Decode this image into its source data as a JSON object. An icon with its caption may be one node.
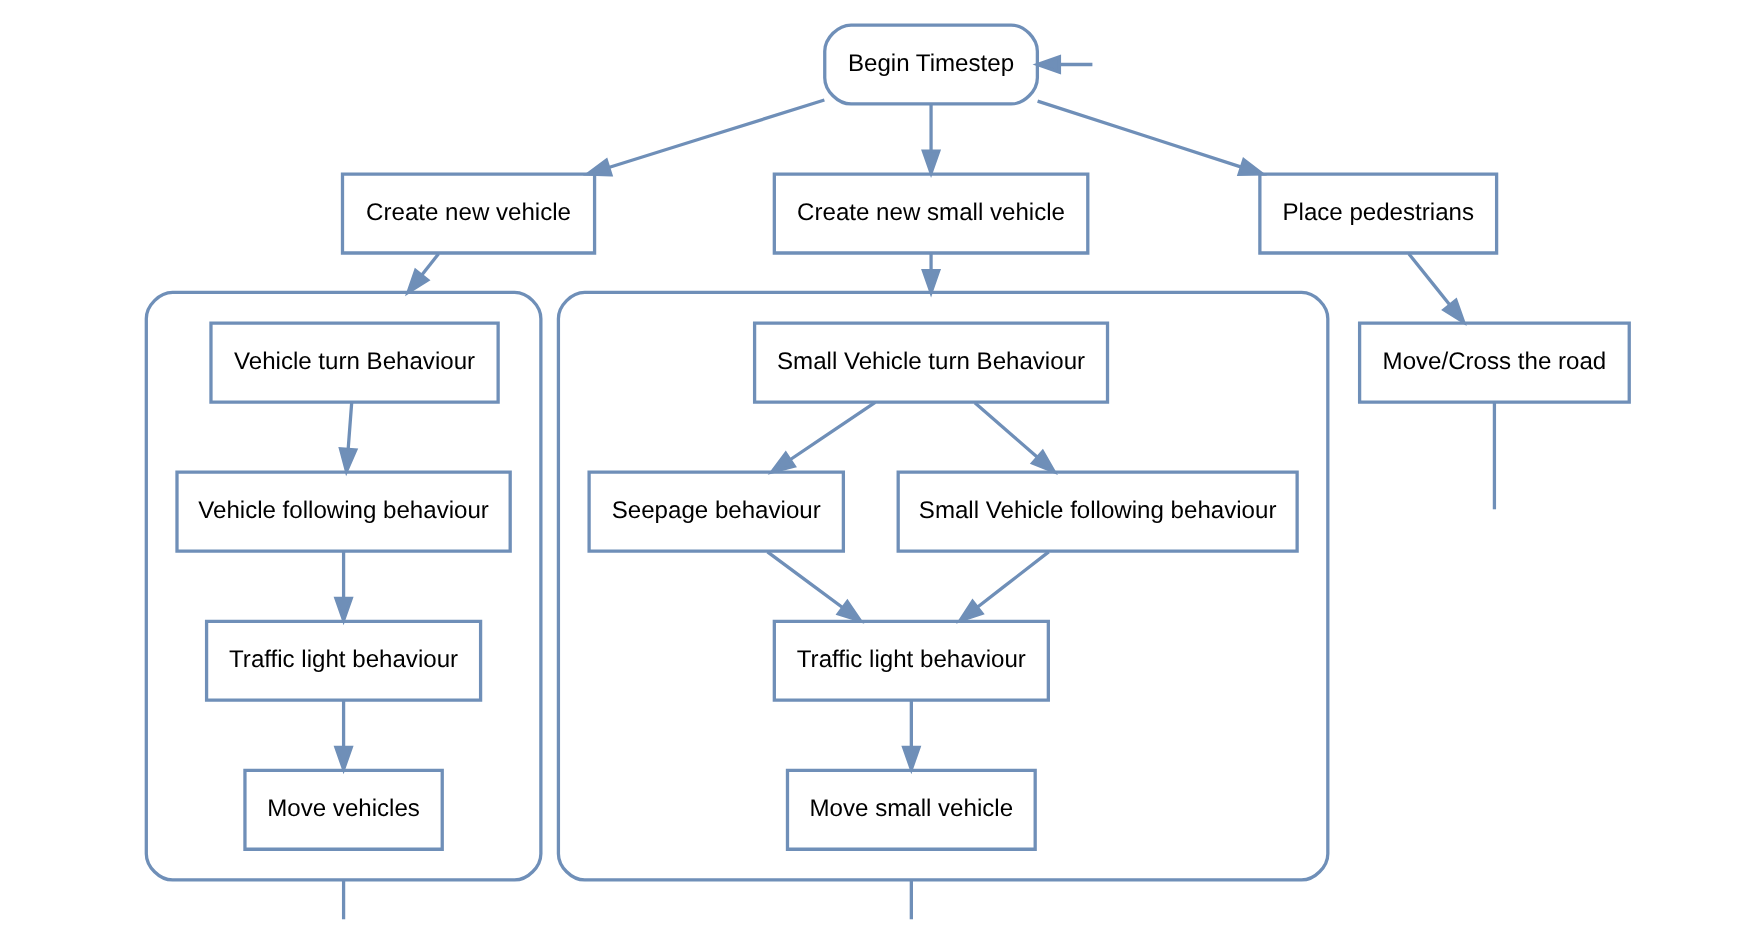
{
  "diagram": {
    "nodes": [
      {
        "text": [
          "Begin Timestep"
        ]
      },
      {
        "text": [
          "Create new vehicle"
        ]
      },
      {
        "text": [
          "Place pedestrians"
        ]
      },
      {
        "text": [
          "Create new small vehicle"
        ]
      },
      {
        "text": [],
        "shape": "box"
      },
      {
        "text": [
          "Vehicle turn Behaviour"
        ],
        "in": 4
      },
      {
        "text": [
          "Vehicle following behaviour"
        ],
        "in": 4
      },
      {
        "text": [
          "Traffic light behaviour"
        ],
        "in": 4
      },
      {
        "text": [
          "Move vehicles"
        ],
        "in": 4
      },
      {
        "text": [
          "Move/Cross the road"
        ]
      },
      {
        "text": [],
        "shape": "box"
      },
      {
        "text": [
          "Small Vehicle turn Behaviour"
        ],
        "in": 10
      },
      {
        "text": [
          "Seepage behaviour"
        ],
        "in": 10
      },
      {
        "text": [
          "Small Vehicle following behaviour"
        ],
        "in": 10
      },
      {
        "text": [
          "Traffic light behaviour"
        ],
        "in": 10
      },
      {
        "text": [
          "Move small vehicle"
        ],
        "in": 10
      }
    ],
    "edges": [
      {
        "from": 0,
        "to": 1,
        "arrow": "to"
      },
      {
        "from": 0,
        "to": 2,
        "arrow": "to"
      },
      {
        "from": 0,
        "to": 3,
        "arrow": "to"
      },
      {
        "from": 1,
        "to": 4,
        "arrow": "to"
      },
      {
        "from": 2,
        "to": 9,
        "arrow": "to"
      },
      {
        "from": 3,
        "to": 10,
        "arrow": "to"
      },
      {
        "from": 5,
        "to": 6,
        "arrow": "to"
      },
      {
        "from": 6,
        "to": 7,
        "arrow": "to"
      },
      {
        "from": 7,
        "to": 8,
        "arrow": "to"
      },
      {
        "from": 11,
        "to": 12,
        "arrow": "to"
      },
      {
        "from": 11,
        "to": 13,
        "arrow": "to"
      },
      {
        "from": 12,
        "to": 14,
        "arrow": "to"
      },
      {
        "from": 13,
        "to": 14,
        "arrow": "to"
      },
      {
        "from": 14,
        "to": 15,
        "arrow": "to"
      },
      {
        "from": 4,
        "to": null,
        "arrow": "none"
      },
      {
        "from": 9,
        "to": null,
        "arrow": "none"
      },
      {
        "from": 10,
        "to": null,
        "arrow": "none"
      },
      {
        "from": null,
        "to": 0,
        "arrow": "to"
      }
    ]
  }
}
